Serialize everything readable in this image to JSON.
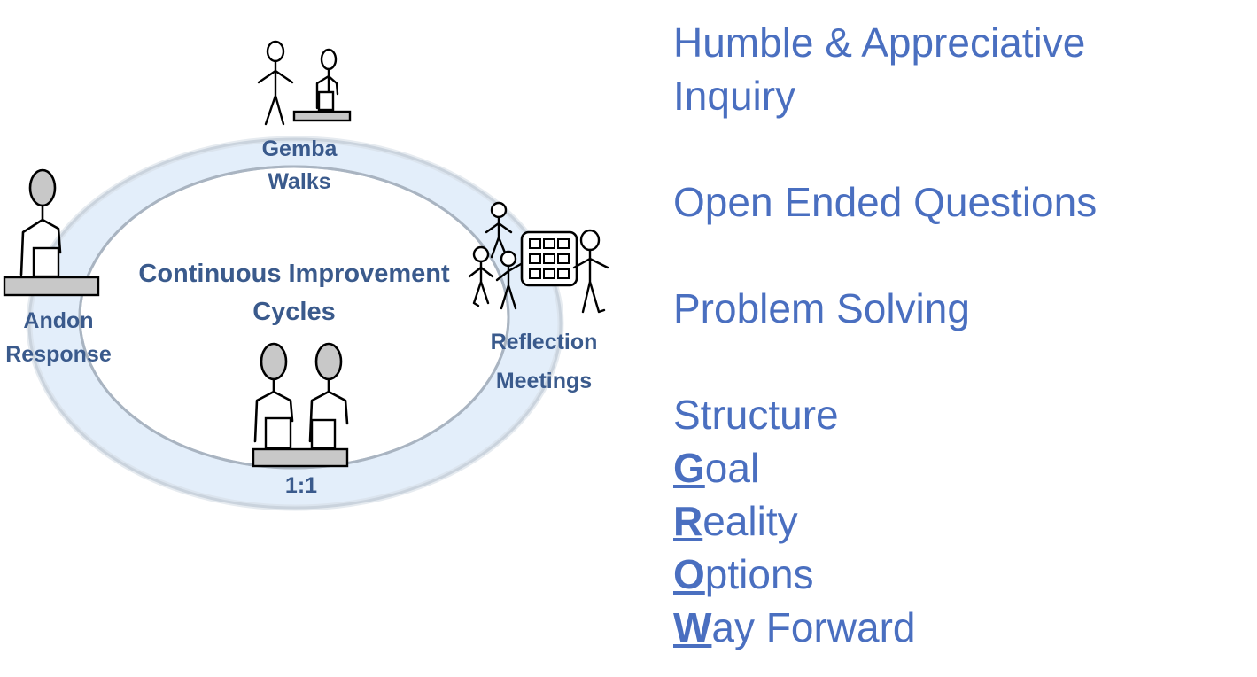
{
  "diagram": {
    "center_label": [
      "Continuous Improvement",
      "Cycles"
    ],
    "nodes": {
      "gemba": [
        "Gemba",
        "Walks"
      ],
      "andon": [
        "Andon",
        "Response"
      ],
      "reflection": [
        "Reflection",
        "Meetings"
      ],
      "one_on_one": "1:1"
    },
    "colors": {
      "ring_fill": "#e3eefa",
      "label": "#3a5a8c"
    }
  },
  "right_panel": {
    "inquiry": [
      "Humble & Appreciative",
      "Inquiry"
    ],
    "questions": "Open Ended Questions",
    "problem": "Problem Solving",
    "structure": "Structure",
    "grow": [
      {
        "initial": "G",
        "rest": "oal"
      },
      {
        "initial": "R",
        "rest": "eality"
      },
      {
        "initial": "O",
        "rest": "ptions"
      },
      {
        "initial": "W",
        "rest": "ay Forward"
      }
    ],
    "text_color": "#4a6fc0"
  }
}
